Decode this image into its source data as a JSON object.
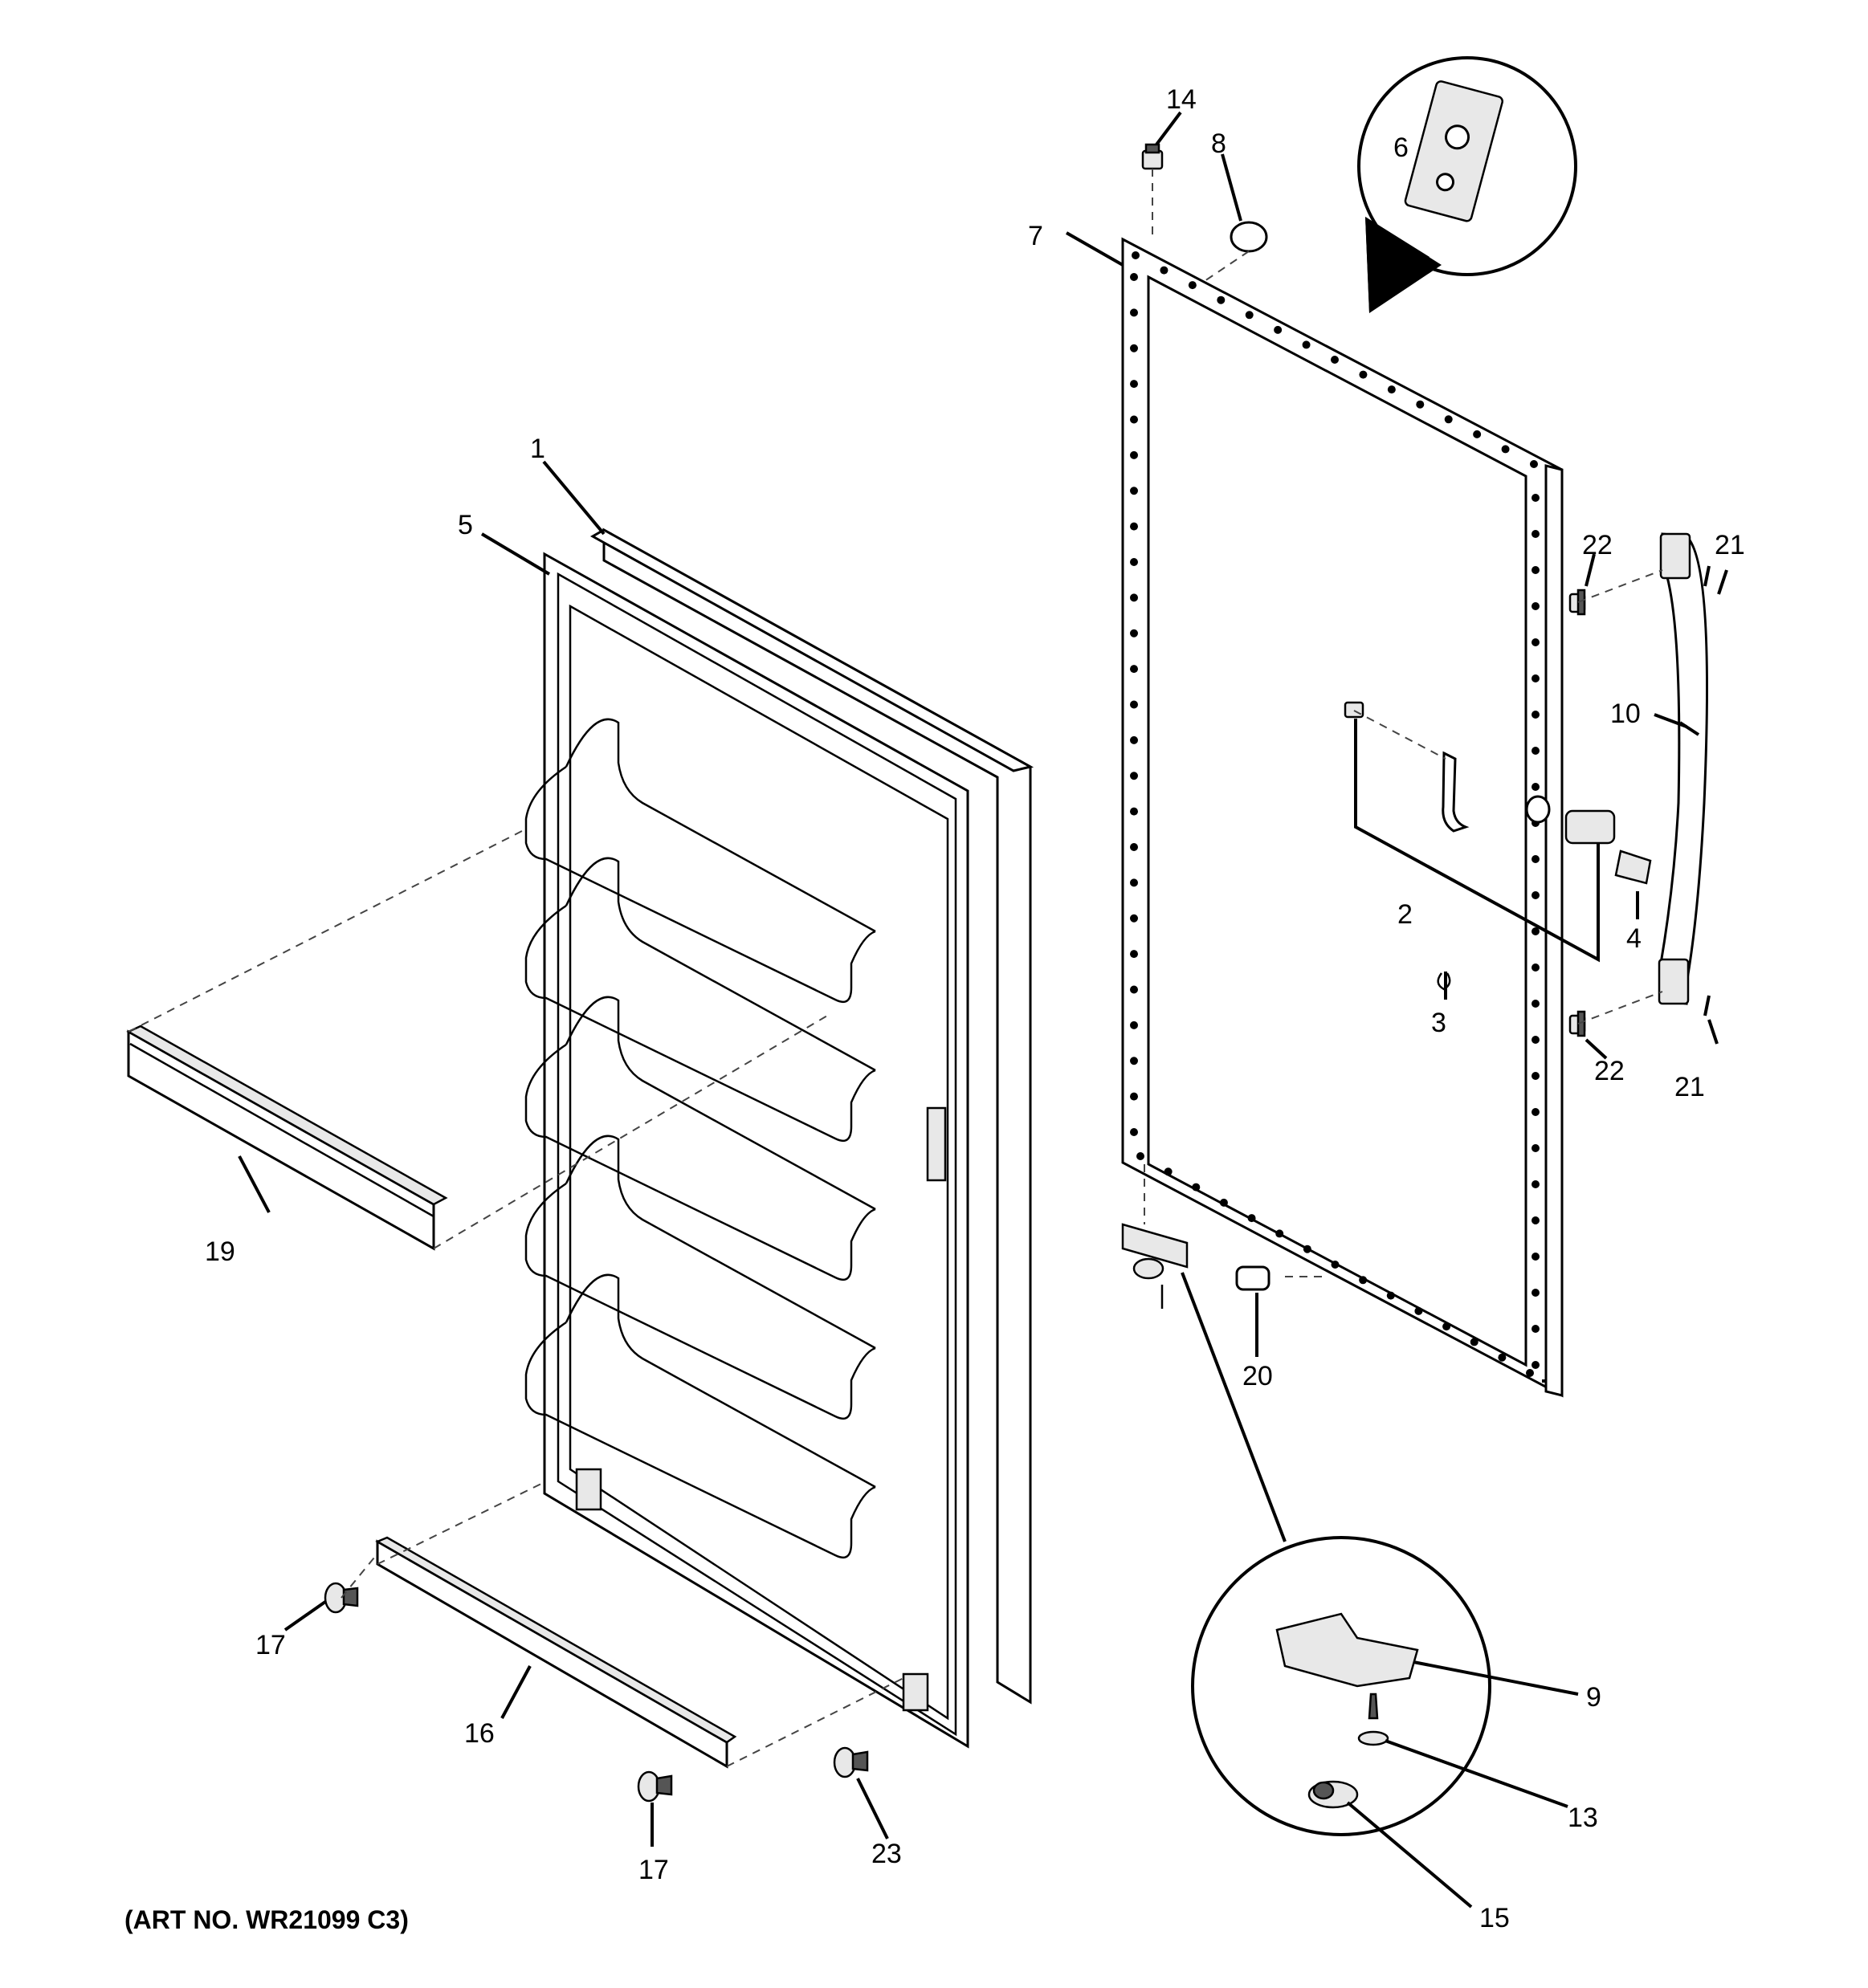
{
  "diagram": {
    "art_number": "(ART NO. WR21099 C3)",
    "callouts": {
      "c1": "1",
      "c2": "2",
      "c3": "3",
      "c4": "4",
      "c5": "5",
      "c6": "6",
      "c7": "7",
      "c8": "8",
      "c9": "9",
      "c10": "10",
      "c13": "13",
      "c14": "14",
      "c15": "15",
      "c16": "16",
      "c17a": "17",
      "c17b": "17",
      "c19": "19",
      "c20": "20",
      "c21a": "21",
      "c21b": "21",
      "c22a": "22",
      "c22b": "22",
      "c23": "23"
    }
  }
}
